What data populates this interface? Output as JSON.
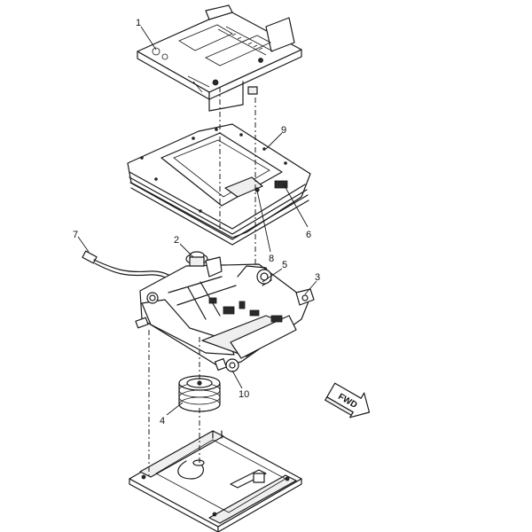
{
  "diagram": {
    "callouts": [
      "1",
      "2",
      "3",
      "4",
      "5",
      "6",
      "7",
      "8",
      "9",
      "10"
    ],
    "direction_label": "FWD"
  }
}
